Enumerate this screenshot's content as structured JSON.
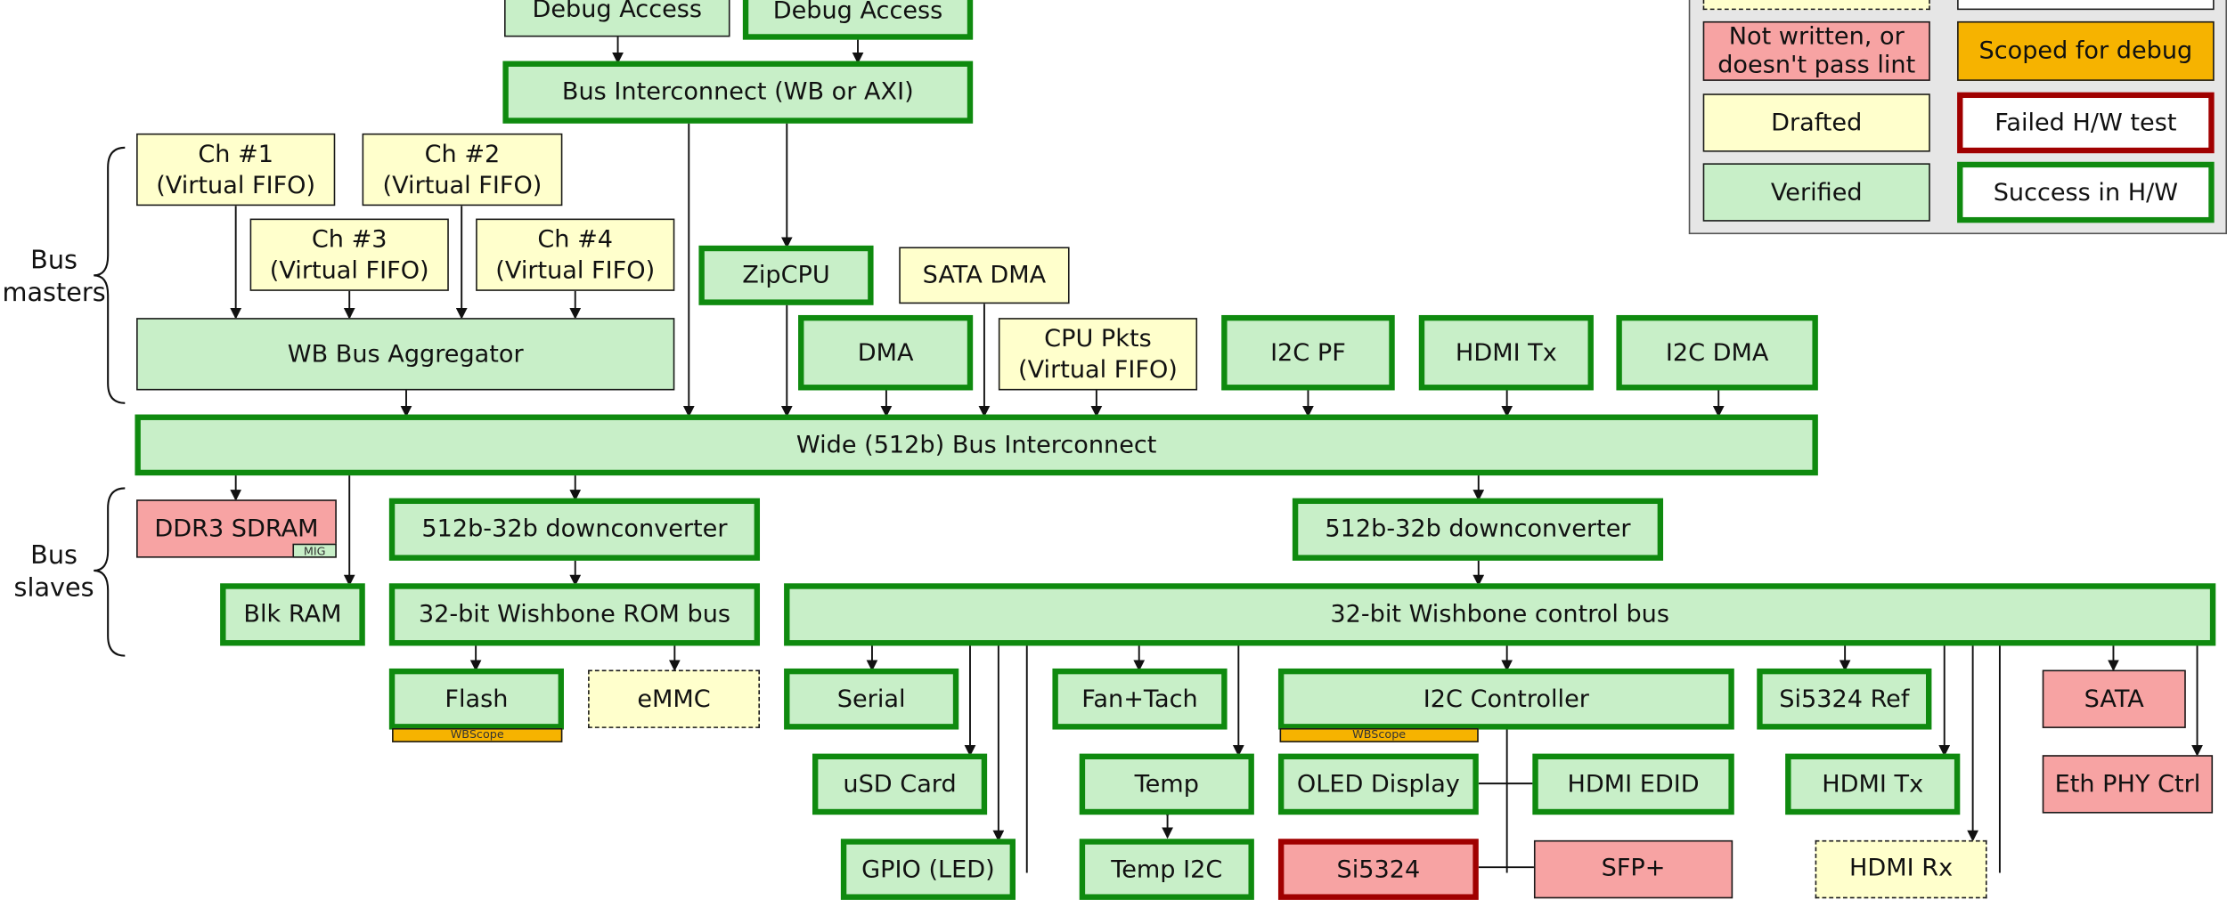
{
  "legend": {
    "items": [
      {
        "label": "",
        "style": "dashed-draft"
      },
      {
        "label": "",
        "style": "white"
      },
      {
        "label": "Not written, or\ndoesn't pass lint",
        "style": "red"
      },
      {
        "label": "Scoped for debug",
        "style": "orange"
      },
      {
        "label": "Drafted",
        "style": "yellow"
      },
      {
        "label": "Failed H/W test",
        "style": "red-border"
      },
      {
        "label": "Verified",
        "style": "green"
      },
      {
        "label": "Success in H/W",
        "style": "green-border"
      }
    ],
    "colors": {
      "verified": "#c8efc8",
      "drafted": "#ffffcc",
      "not_written": "#f7a3a3",
      "scoped": "#f6b300",
      "hw_success": "#0f8a0f",
      "hw_failed": "#a00000"
    }
  },
  "groups": {
    "bus_masters": "Bus\nmasters",
    "bus_slaves": "Bus\nslaves"
  },
  "blocks": {
    "debug_access_1": "Debug Access",
    "debug_access_2": "Debug Access",
    "bus_interconnect": "Bus Interconnect (WB or AXI)",
    "ch1": "Ch #1\n(Virtual FIFO)",
    "ch2": "Ch #2\n(Virtual FIFO)",
    "ch3": "Ch #3\n(Virtual FIFO)",
    "ch4": "Ch #4\n(Virtual FIFO)",
    "zipcpu": "ZipCPU",
    "sata_dma": "SATA DMA",
    "wb_aggregator": "WB Bus Aggregator",
    "dma": "DMA",
    "cpu_pkts": "CPU Pkts\n(Virtual FIFO)",
    "i2c_pf": "I2C PF",
    "hdmi_tx_master": "HDMI Tx",
    "i2c_dma": "I2C DMA",
    "wide_bus": "Wide (512b) Bus Interconnect",
    "ddr3": "DDR3 SDRAM",
    "ddr3_tag": "MIG",
    "downconv_1": "512b-32b downconverter",
    "downconv_2": "512b-32b downconverter",
    "blk_ram": "Blk RAM",
    "rom_bus": "32-bit Wishbone ROM bus",
    "control_bus": "32-bit Wishbone control bus",
    "flash": "Flash",
    "flash_tag": "WBScope",
    "emmc": "eMMC",
    "serial": "Serial",
    "fan_tach": "Fan+Tach",
    "i2c_controller": "I2C Controller",
    "i2c_controller_tag": "WBScope",
    "si5324_ref": "Si5324 Ref",
    "sata": "SATA",
    "usd_card": "uSD Card",
    "temp": "Temp",
    "oled_display": "OLED Display",
    "hdmi_edid": "HDMI EDID",
    "hdmi_tx_slave": "HDMI Tx",
    "eth_phy_ctrl": "Eth PHY Ctrl",
    "gpio_led": "GPIO (LED)",
    "temp_i2c": "Temp I2C",
    "si5324": "Si5324",
    "sfp_plus": "SFP+",
    "hdmi_rx": "HDMI Rx"
  }
}
